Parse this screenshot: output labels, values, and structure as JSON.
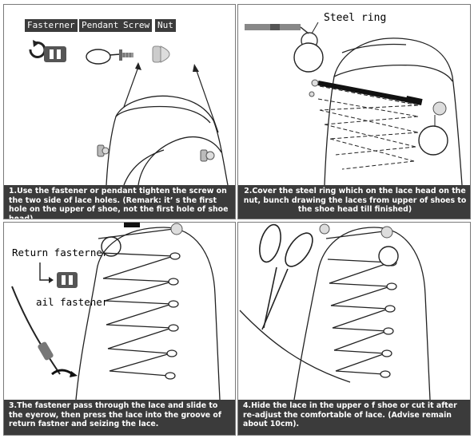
{
  "parts": {
    "fastener": "Fasterner",
    "pendant": "Pendant",
    "screw": "Screw",
    "nut": "Nut"
  },
  "steel_ring_label": "Steel ring",
  "return_fastener_label": "Return fasterner",
  "tail_fastener_label": "ail fastener",
  "steps": [
    {
      "text": "1.Use the fastener or pendant tighten the screw on the two side of lace holes. (Remark: it’ s the first hole on the upper of shoe, not the first hole of shoe head)"
    },
    {
      "text": "2.Cover the steel ring which on the lace head on the nut, bunch drawing the laces from upper of shoes to the shoe head till finished)"
    },
    {
      "text": "3.The fastener pass through the lace and slide to the eyerow, then press the lace into the groove of return fastner and seizing the lace."
    },
    {
      "text": "4.Hide the lace in the upper o f shoe or cut it after re-adjust the comfortable of lace. (Advise remain about 10cm)."
    }
  ]
}
